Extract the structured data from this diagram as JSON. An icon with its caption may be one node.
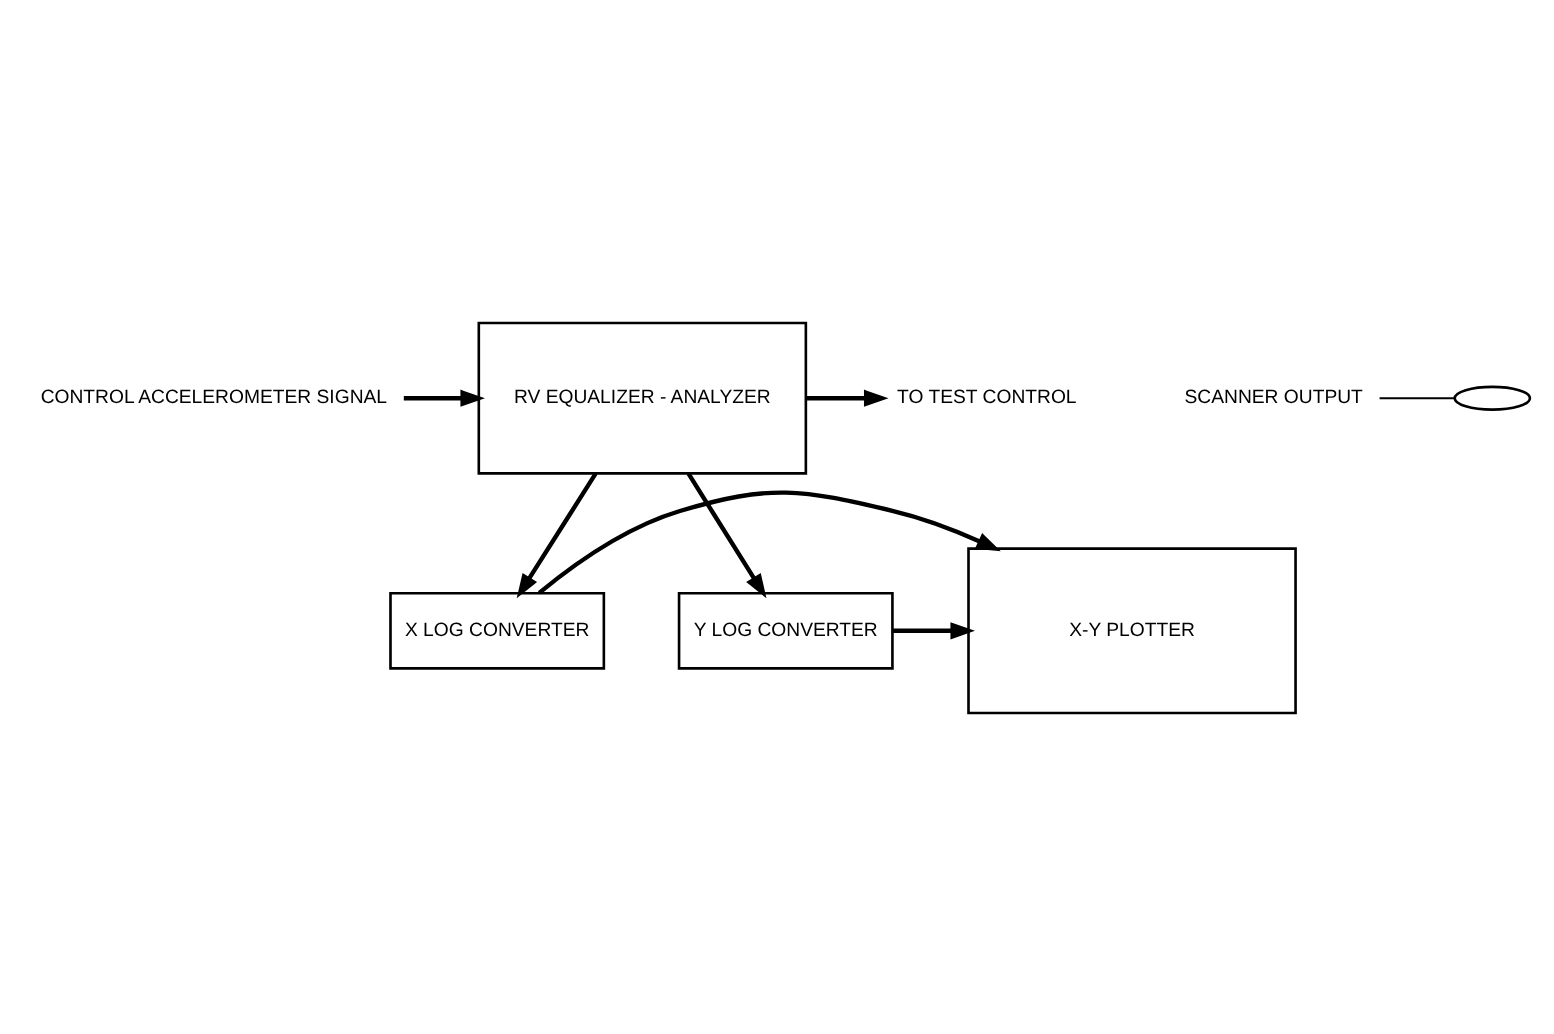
{
  "diagram": {
    "nodes": [
      {
        "text": [
          "CONTROL ACCELEROMETER SIGNAL"
        ]
      },
      {
        "text": [
          "RV EQUALIZER - ANALYZER"
        ]
      },
      {
        "text": [
          "TO TEST CONTROL"
        ]
      },
      {
        "text": [
          "SCANNER OUTPUT"
        ]
      },
      {
        "text": [],
        "shape": "ellipse"
      },
      {
        "text": [
          "X LOG CONVERTER"
        ]
      },
      {
        "text": [
          "X-Y PLOTTER"
        ]
      },
      {
        "text": [
          "Y LOG CONVERTER"
        ]
      }
    ],
    "edges": [
      {
        "from": 0,
        "to": 1,
        "arrow": "to"
      },
      {
        "from": 1,
        "to": 2,
        "arrow": "to"
      },
      {
        "from": 3,
        "to": 4,
        "arrow": "none"
      },
      {
        "from": 1,
        "to": 5,
        "arrow": "to"
      },
      {
        "from": 1,
        "to": 7,
        "arrow": "to"
      },
      {
        "from": 5,
        "to": 6,
        "arrow": "to"
      },
      {
        "from": 7,
        "to": 6,
        "arrow": "to"
      }
    ]
  }
}
